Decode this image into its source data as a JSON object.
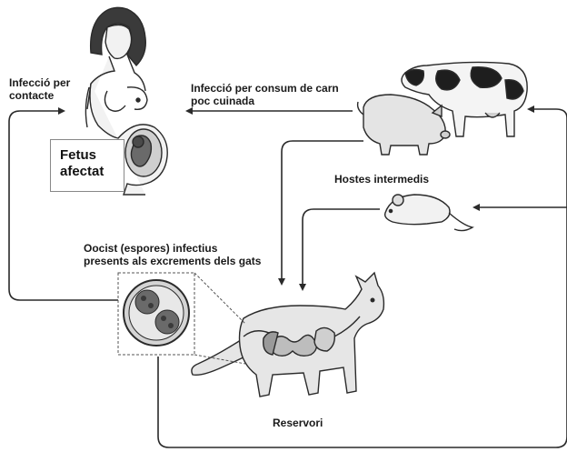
{
  "labels": {
    "contact_infection": "Infecció per\ncontacte",
    "meat_infection": "Infecció per consum de carn\npoc cuinada",
    "fetus": "Fetus\nafectat",
    "intermediate_hosts": "Hostes intermedis",
    "oocyst": "Oocist (espores)  infectius\npresents als excrements dels gats",
    "reservoir": "Reservori"
  },
  "colors": {
    "line": "#2a2a2a",
    "ink": "#1a1a1a",
    "skin": "#f2f2f2",
    "shade": "#bdbdbd",
    "dark": "#3a3a3a"
  }
}
